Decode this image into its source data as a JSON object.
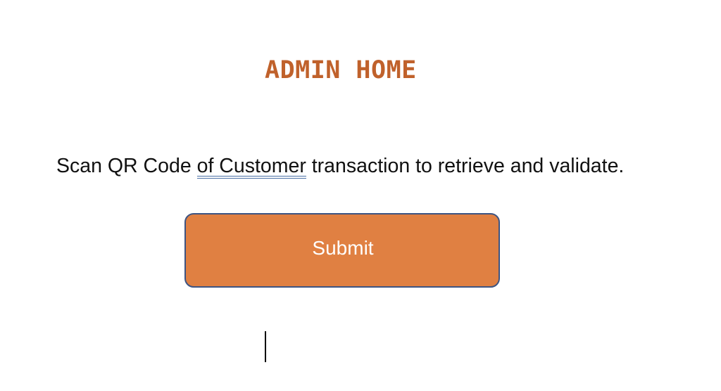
{
  "header": {
    "title": "ADMIN HOME"
  },
  "main": {
    "instruction": {
      "before": "Scan QR Code ",
      "flagged": "of  Customer",
      "after": " transaction to retrieve and validate."
    },
    "submit_label": "Submit"
  },
  "colors": {
    "title": "#c0612b",
    "button_fill": "#e08042",
    "button_border": "#3d5482",
    "text": "#111111",
    "flag_underline": "#4a6fa5"
  }
}
